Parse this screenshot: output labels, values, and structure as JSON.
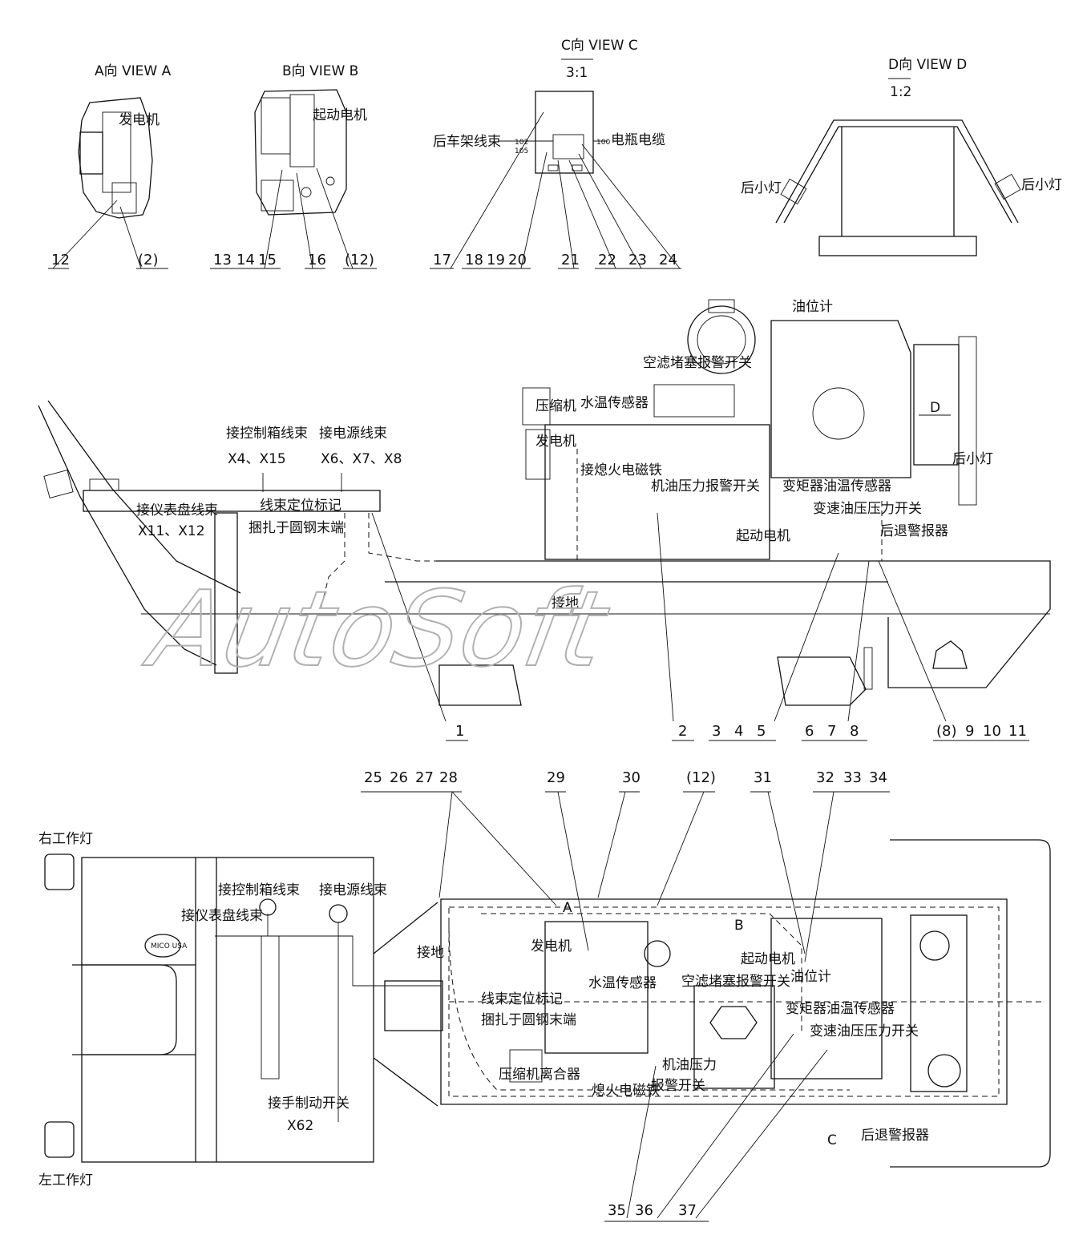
{
  "views": {
    "a": "A向 VIEW A",
    "b": "B向 VIEW B",
    "c": "C向 VIEW C",
    "c_scale": "3:1",
    "d": "D向 VIEW D",
    "d_scale": "1:2"
  },
  "view_a": {
    "generator": "发电机",
    "n12": "12",
    "n2": "(2)"
  },
  "view_b": {
    "starter": "起动电机",
    "n13": "13",
    "n14": "14",
    "n15": "15",
    "n16": "16",
    "n12": "(12)"
  },
  "view_c": {
    "rear_harness": "后车架线束",
    "battery_cable": "电瓶电缆",
    "p102": "102",
    "p105": "105",
    "p100": "100",
    "n17": "17",
    "n18": "18",
    "n19": "19",
    "n20": "20",
    "n21": "21",
    "n22": "22",
    "n23": "23",
    "n24": "24"
  },
  "view_d": {
    "rear_lamp_left": "后小灯",
    "rear_lamp_right": "后小灯"
  },
  "side": {
    "oil_gauge": "油位计",
    "air_filter": "空滤堵塞报警开关",
    "compressor": "压缩机",
    "water_temp": "水温传感器",
    "generator": "发电机",
    "stop_solenoid": "接熄火电磁铁",
    "oil_pressure_alarm": "机油压力报警开关",
    "converter_temp": "变矩器油温传感器",
    "trans_pressure": "变速油压压力开关",
    "backup_alarm": "后退警报器",
    "starter": "起动电机",
    "rear_lamp": "后小灯",
    "d_mark": "D",
    "ground": "接地",
    "ctrl_box": "接控制箱线束",
    "ctrl_box_code": "X4、X15",
    "power": "接电源线束",
    "power_code": "X6、X7、X8",
    "dash": "接仪表盘线束",
    "dash_code": "X11、X12",
    "harness_mark": "线束定位标记",
    "tie_bar": "捆扎于圆钢末端",
    "n1": "1",
    "n2": "2",
    "n3": "3",
    "n4": "4",
    "n5": "5",
    "n6": "6",
    "n7": "7",
    "n8": "8",
    "n8b": "(8)",
    "n9": "9",
    "n10": "10",
    "n11": "11"
  },
  "top": {
    "right_work_lamp": "右工作灯",
    "left_work_lamp": "左工作灯",
    "ctrl_box": "接控制箱线束",
    "power": "接电源线束",
    "dash": "接仪表盘线束",
    "hand_brake": "接手制动开关",
    "hand_brake_code": "X62",
    "ground": "接地",
    "harness_mark": "线束定位标记",
    "tie_bar": "捆扎于圆钢末端",
    "generator": "发电机",
    "water_temp": "水温传感器",
    "air_filter": "空滤堵塞报警开关",
    "starter": "起动电机",
    "oil_gauge": "油位计",
    "converter_temp": "变矩器油温传感器",
    "trans_pressure": "变速油压压力开关",
    "compressor_clutch": "压缩机离合器",
    "stop_solenoid": "熄火电磁铁",
    "oil_pressure": "机油压力",
    "alarm_switch": "报警开关",
    "backup_alarm": "后退警报器",
    "mark_a": "A",
    "mark_b": "B",
    "mark_c": "C",
    "mico": "MICO USA",
    "n25": "25",
    "n26": "26",
    "n27": "27",
    "n28": "28",
    "n29": "29",
    "n30": "30",
    "n12": "(12)",
    "n31": "31",
    "n32": "32",
    "n33": "33",
    "n34": "34",
    "n35": "35",
    "n36": "36",
    "n37": "37"
  },
  "watermark": "AutoSoft"
}
